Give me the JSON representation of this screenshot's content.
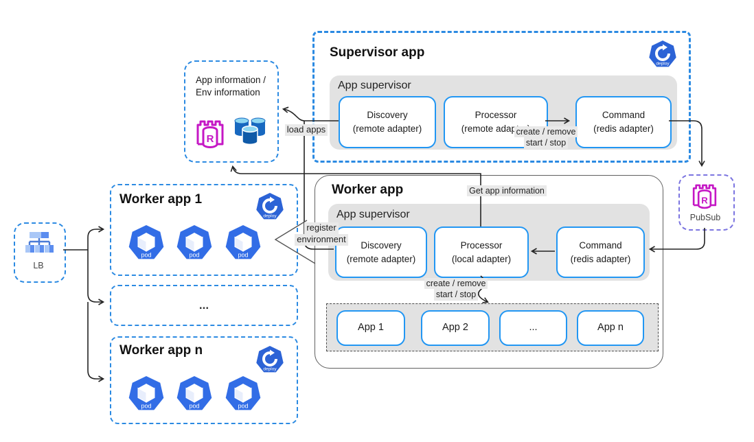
{
  "colors": {
    "accent_blue": "#2b8ae2",
    "node_border_blue": "#2196f3",
    "kubernetes_blue": "#326de6",
    "redis_magenta": "#c517c5",
    "pubsub_purple": "#7b74e0",
    "section_gray": "#e2e2e2"
  },
  "lb": {
    "label": "LB"
  },
  "app_info": {
    "line1": "App information /",
    "line2": "Env information"
  },
  "supervisor_app": {
    "title": "Supervisor app",
    "section_label": "App supervisor",
    "components": [
      {
        "name": "Discovery",
        "adapter": "(remote adapter)"
      },
      {
        "name": "Processor",
        "adapter": "(remote adapter)"
      },
      {
        "name": "Command",
        "adapter": "(redis adapter)"
      }
    ]
  },
  "worker_app": {
    "title": "Worker app",
    "section_label": "App supervisor",
    "components": [
      {
        "name": "Discovery",
        "adapter": "(remote adapter)"
      },
      {
        "name": "Processor",
        "adapter": "(local adapter)"
      },
      {
        "name": "Command",
        "adapter": "(redis adapter)"
      }
    ],
    "apps": [
      "App 1",
      "App 2",
      "...",
      "App n"
    ]
  },
  "worker_groups": [
    {
      "title": "Worker app 1"
    },
    {
      "title": "..."
    },
    {
      "title": "Worker app n"
    }
  ],
  "pubsub": {
    "label": "PubSub"
  },
  "edges": {
    "load_apps": "load apps",
    "create_remove_sup": "create / remove",
    "start_stop_sup": "start / stop",
    "get_app_info": "Get app information",
    "register_line1": "register",
    "register_line2": "environment",
    "create_remove_worker": "create / remove",
    "start_stop_worker": "start / stop"
  },
  "icons": {
    "pod": "pod",
    "deploy": "deploy"
  }
}
